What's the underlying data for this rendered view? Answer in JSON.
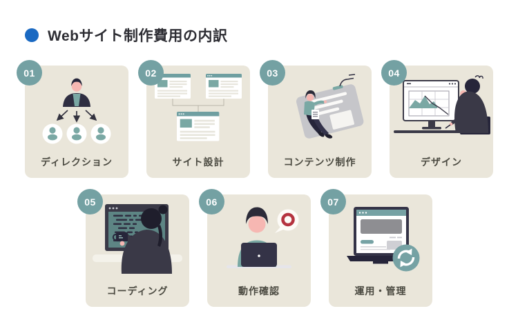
{
  "header": {
    "title": "Webサイト制作費用の内訳"
  },
  "cards": [
    {
      "number": "01",
      "label": "ディレクション",
      "icon": "direction-org-chart-icon"
    },
    {
      "number": "02",
      "label": "サイト設計",
      "icon": "sitemap-icon"
    },
    {
      "number": "03",
      "label": "コンテンツ制作",
      "icon": "content-writing-icon"
    },
    {
      "number": "04",
      "label": "デザイン",
      "icon": "designer-at-monitor-icon"
    },
    {
      "number": "05",
      "label": "コーディング",
      "icon": "coder-at-screen-icon"
    },
    {
      "number": "06",
      "label": "動作確認",
      "icon": "testing-ok-laptop-icon"
    },
    {
      "number": "07",
      "label": "運用・管理",
      "icon": "maintenance-refresh-laptop-icon"
    }
  ],
  "colors": {
    "page_background": "#ffffff",
    "card_background": "#eae6da",
    "badge_teal": "#74a1a3",
    "badge_text": "#ffffff",
    "title_text": "#2d2d33",
    "title_bullet_blue": "#1a69c2",
    "label_text": "#4b4a41",
    "illustration_teal": "#7aa8a4",
    "illustration_navy": "#2f2e41",
    "illustration_skin_pink": "#f6b7b2",
    "illustration_gray": "#c6c6ca",
    "ok_mark_red": "#b5333f"
  }
}
